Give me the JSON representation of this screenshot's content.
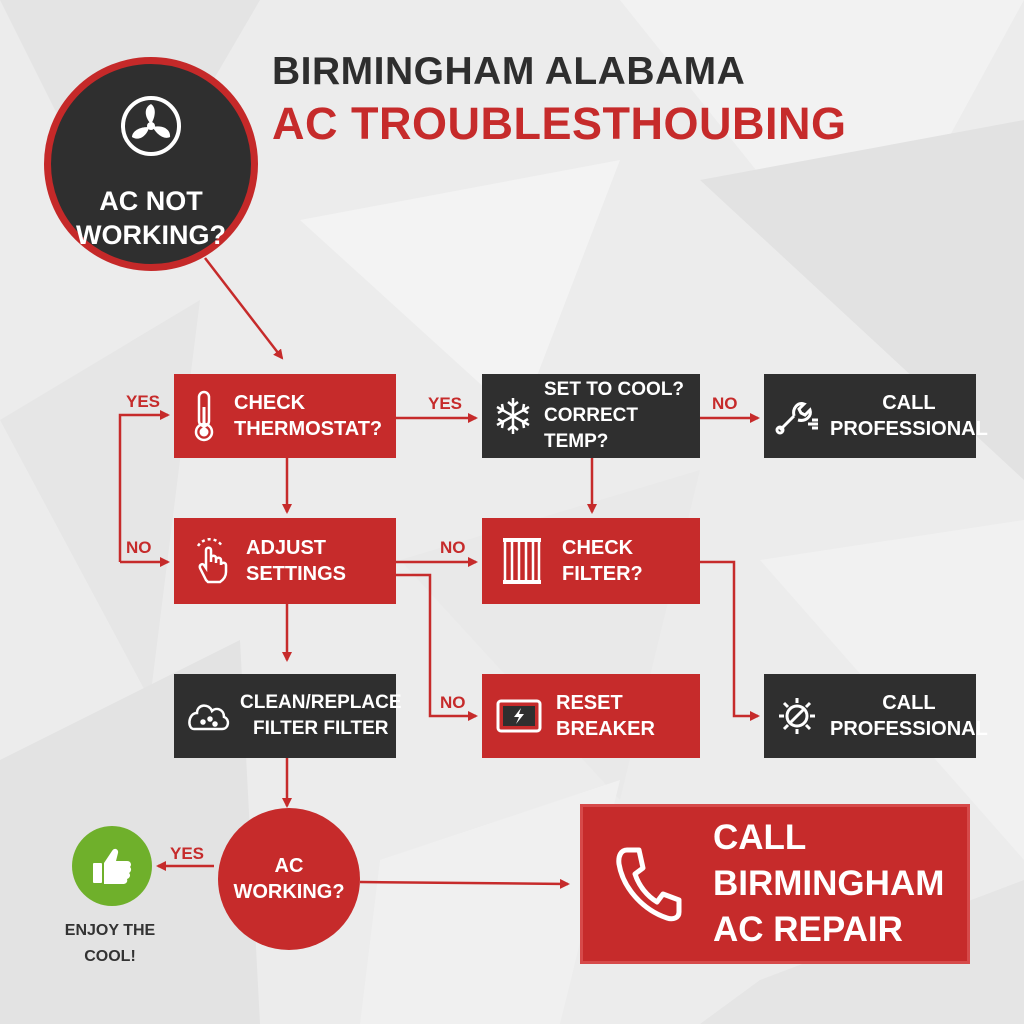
{
  "title_line1": "BIRMINGHAM ALABAMA",
  "title_line2": "AC TROUBLESTHOUBING",
  "start": {
    "label": "AC NOT\nWORKING?",
    "icon": "fan-icon"
  },
  "nodes": {
    "check_thermostat": {
      "label": "CHECK\nTHERMOSTAT?",
      "icon": "thermometer-icon"
    },
    "set_to_cool": {
      "label": "SET TO COOL?\nCORRECT TEMP?",
      "icon": "snowflake-icon"
    },
    "call_professional_1": {
      "label": "CALL\nPROFESSIONAL",
      "icon": "wrench-icon"
    },
    "adjust_settings": {
      "label": "ADJUST\nSETTINGS",
      "icon": "hand-pointer-icon"
    },
    "check_filter": {
      "label": "CHECK\nFILTER?",
      "icon": "filter-icon"
    },
    "clean_replace_filter": {
      "label": "CLEAN/REPLACE\nFILTER FILTER",
      "icon": "cloud-icon"
    },
    "reset_breaker": {
      "label": "RESET\nBREAKER",
      "icon": "breaker-icon"
    },
    "call_professional_2": {
      "label": "CALL\nPROFESSIONAL",
      "icon": "gear-wrench-icon"
    },
    "ac_working": {
      "label": "AC\nWORKING?"
    }
  },
  "edge_labels": {
    "yes_left": "YES",
    "yes_mid": "YES",
    "no_top": "NO",
    "no_left": "NO",
    "no_mid": "NO",
    "no_low": "NO",
    "yes_bottom": "YES"
  },
  "enjoy": {
    "label": "ENJOY THE\nCOOL!",
    "icon": "thumbs-up-icon"
  },
  "final_cta": {
    "label": "CALL\nBIRMINGHAM\nAC REPAIR",
    "icon": "phone-icon"
  },
  "colors": {
    "red": "#c62b2b",
    "dark": "#2f2f2f",
    "green": "#6fb02b"
  }
}
